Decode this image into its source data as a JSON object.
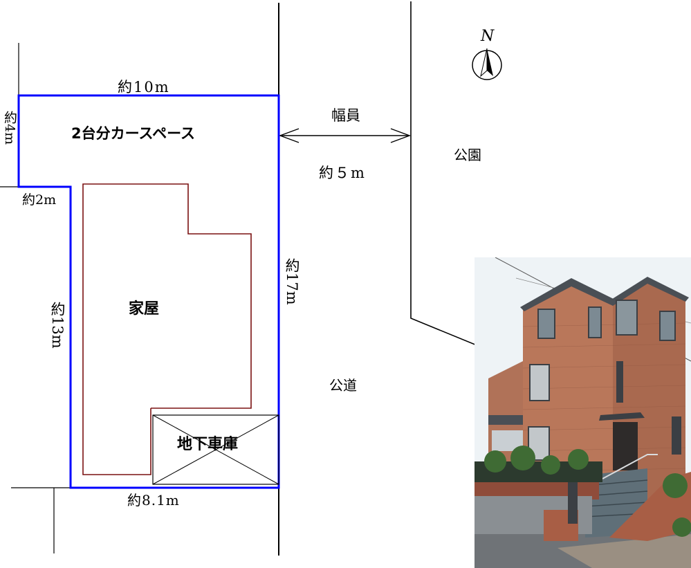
{
  "labels": {
    "top_width": "約10m",
    "left_top": "約4m",
    "carspace": "2台分カースペース",
    "road_width_label": "幅員",
    "road_width_value": "約５m",
    "park": "公園",
    "step": "約2m",
    "left_long": "約13m",
    "right_long": "約17m",
    "house": "家屋",
    "public_road": "公道",
    "garage": "地下車庫",
    "bottom_width": "約8.1m",
    "north": "N"
  },
  "colors": {
    "boundary": "#0000ff",
    "house_outline": "#7a1010",
    "lines": "#000000"
  },
  "photo": {
    "subject": "three-story brick house",
    "brick": "#b9775a",
    "roof": "#4a4f55",
    "sky": "#eef3f6"
  }
}
